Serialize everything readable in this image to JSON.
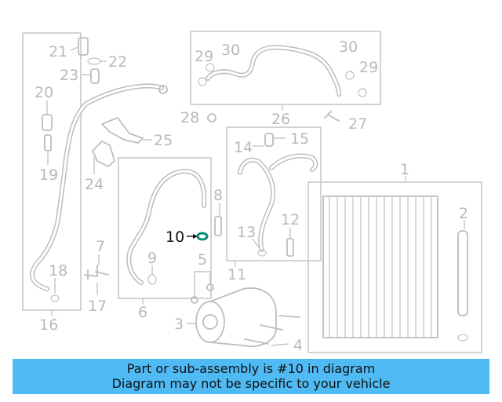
{
  "diagram": {
    "highlight_color": "#4fbaf4",
    "callouts": {
      "c1": "1",
      "c2": "2",
      "c3": "3",
      "c4": "4",
      "c5": "5",
      "c6": "6",
      "c7": "7",
      "c8": "8",
      "c9": "9",
      "c10": "10",
      "c11": "11",
      "c12": "12",
      "c13": "13",
      "c14": "14",
      "c15": "15",
      "c16": "16",
      "c17": "17",
      "c18": "18",
      "c19": "19",
      "c20": "20",
      "c21": "21",
      "c22": "22",
      "c23": "23",
      "c24": "24",
      "c25": "25",
      "c26": "26",
      "c27": "27",
      "c28": "28",
      "c29a": "29",
      "c29b": "29",
      "c30a": "30",
      "c30b": "30"
    }
  },
  "banner": {
    "line1": "Part or sub-assembly is #10 in diagram",
    "line2": "Diagram may not be specific to your vehicle",
    "background": "#4fbaf4"
  }
}
